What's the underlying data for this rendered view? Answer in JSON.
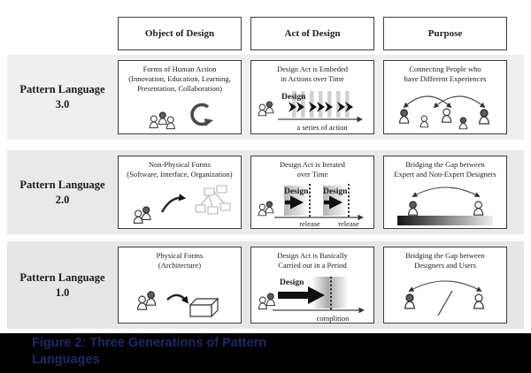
{
  "header": {
    "columns": [
      "Object of Design",
      "Act of Design",
      "Purpose"
    ]
  },
  "rows": [
    {
      "label": "Pattern Language\n3.0",
      "object": {
        "text": "Forms of Human Action\n(Innovation, Education, Learning,\nPresentation, Collaboration)"
      },
      "act": {
        "text": "Design Act is Embeded\nin Actions over Time",
        "design_label": "Design",
        "axis_label": "a series of action"
      },
      "purpose": {
        "text": "Connecting People who\nhave Different Experiences"
      }
    },
    {
      "label": "Pattern Language\n2.0",
      "object": {
        "text": "Non-Physical Forms\n(Software, Interface, Organization)"
      },
      "act": {
        "text": "Design Act is Iterated\nover Time",
        "design_label": "Design",
        "design_label2": "Design",
        "release_label": "release",
        "release_label2": "release"
      },
      "purpose": {
        "text": "Bridging the Gap between\nExpert and Non-Expert Designers"
      }
    },
    {
      "label": "Pattern Language\n1.0",
      "object": {
        "text": "Physical Forms\n(Architecture)"
      },
      "act": {
        "text": "Design Act is Basically\nCarried out in a Period",
        "design_label": "Design",
        "axis_label": "complition"
      },
      "purpose": {
        "text": "Bridging the Gap between\nDesigners and Users"
      }
    }
  ],
  "caption": {
    "text": "Figure 2: Three Generations of Pattern\nLanguages"
  },
  "colors": {
    "caption_text": "#1b2a6b",
    "caption_bg": "#000000",
    "box_border": "#3d3d3d",
    "band_gray_top": "#efefef",
    "band_gray_mid": "#e9e9e9",
    "band_gray_bottom": "#e6e6e6",
    "icon_black": "#111111"
  }
}
